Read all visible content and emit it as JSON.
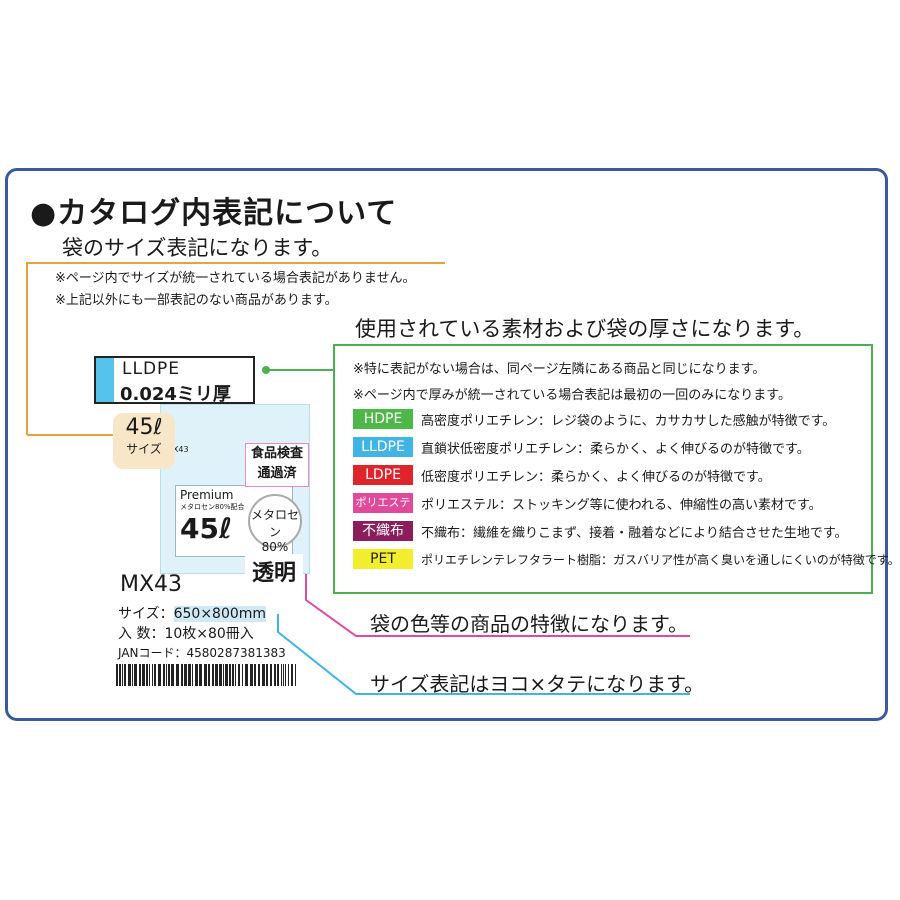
{
  "title": "●カタログ内表記について",
  "size_note": "袋のサイズ表記になります。",
  "notes": [
    "※ページ内でサイズが統一されている場合表記がありません。",
    "※上記以外にも一部表記のない商品があります。"
  ],
  "material_note": "使用されている素材および袋の厚さになります。",
  "material_box": {
    "notes": [
      "※特に表記がない場合は、同ページ左隣にある商品と同じになります。",
      "※ページ内で厚みが統一されている場合表記は最初の一回のみになります。"
    ],
    "items": [
      {
        "badge": "HDPE",
        "color": "#4db848",
        "desc": "高密度ポリエチレン：レジ袋のように、カサカサした感触が特徴です。"
      },
      {
        "badge": "LLDPE",
        "color": "#3fb4e5",
        "desc": "直鎖状低密度ポリエチレン：柔らかく、よく伸びるのが特徴です。"
      },
      {
        "badge": "LDPE",
        "color": "#e0242b",
        "desc": "低密度ポリエチレン：柔らかく、よく伸びるのが特徴です。"
      },
      {
        "badge": "ポリエステル",
        "color": "#e04a9a",
        "desc": "ポリエステル：ストッキング等に使われる、伸縮性の高い素材です。"
      },
      {
        "badge": "不織布",
        "color": "#8b1d5a",
        "desc": "不織布：繊維を織りこまず、接着・融着などにより結合させた生地です。"
      },
      {
        "badge": "PET",
        "color": "#f2ee2e",
        "desc": "ポリエチレンテレフタラート樹脂：ガスバリア性が高く臭いを通しにくいのが特徴です。"
      }
    ]
  },
  "label": {
    "material": "LLDPE",
    "thickness": "0.024ミリ厚"
  },
  "size_badge": {
    "size": "45ℓ",
    "unit": "サイズ"
  },
  "bag": {
    "brand": "Premium",
    "volume": "45ℓ",
    "small": "メタロセン80%配合",
    "tag": "透明",
    "count": "10"
  },
  "food_label": [
    "食品検査",
    "通過済"
  ],
  "metallocene": [
    "メタロセン",
    "80%"
  ],
  "clear": "透明",
  "product": {
    "code": "MX43",
    "size_label": "サイズ：",
    "size_value": "650×800mm",
    "qty_label": "入 数：",
    "qty_value": "10枚×80冊入",
    "jan_label": "JANコード：",
    "jan_value": "4580287381383"
  },
  "feature_note": "袋の色等の商品の特徴になります。",
  "dim_note": "サイズ表記はヨコ×タテになります。"
}
